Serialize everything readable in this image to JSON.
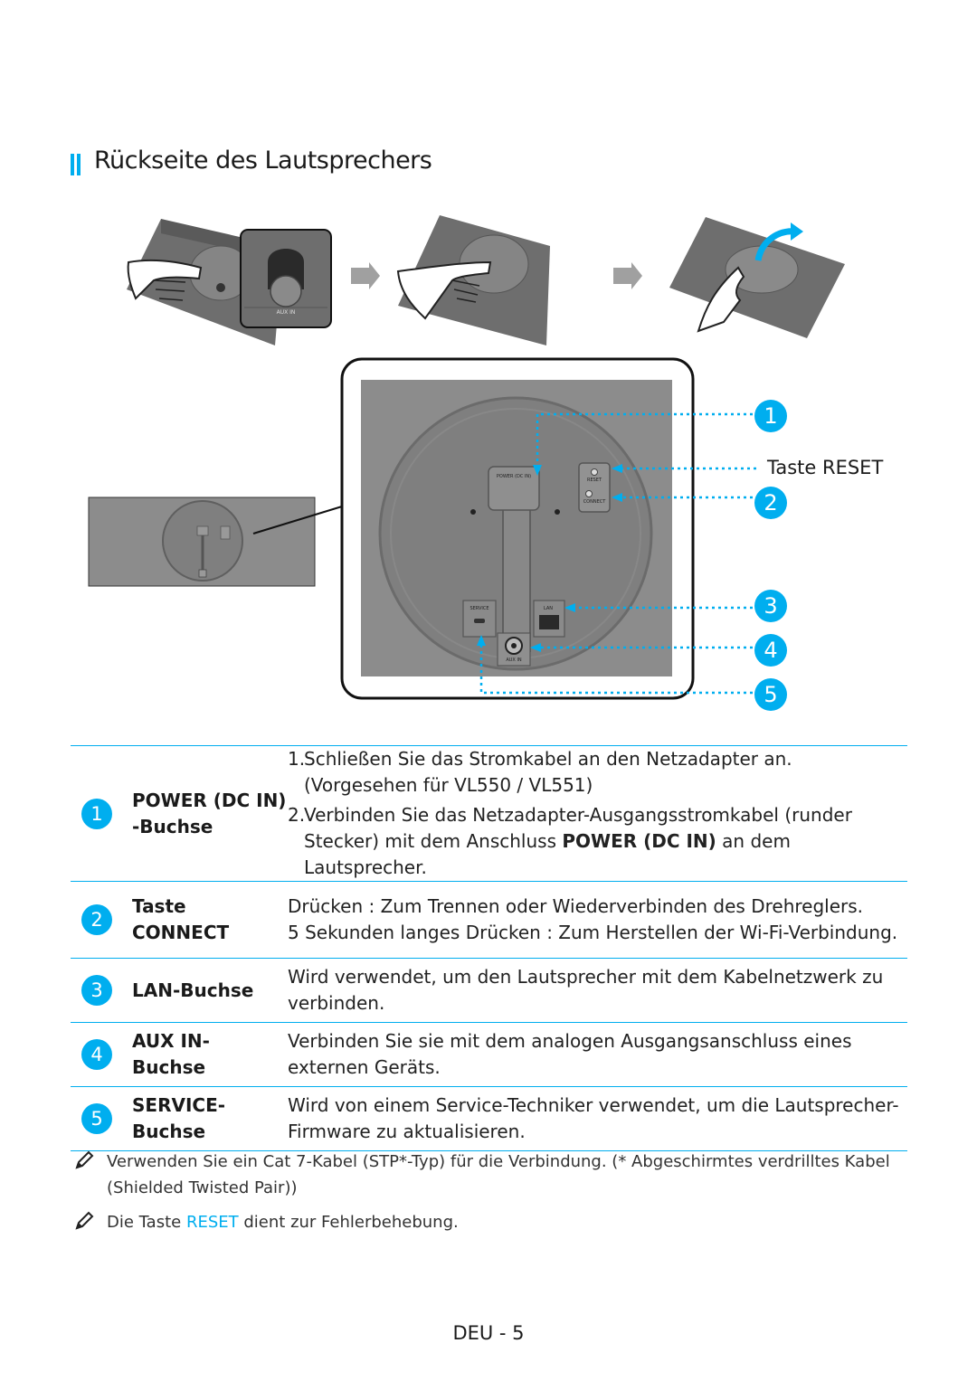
{
  "section": {
    "title": "Rückseite des Lautsprechers"
  },
  "diagram": {
    "inset_label": "AUX IN",
    "port_labels": {
      "power": "POWER (DC IN)",
      "reset": "RESET",
      "connect": "CONNECT",
      "service": "SERVICE",
      "lan": "LAN",
      "aux": "AUX IN"
    },
    "reset_callout": "Taste RESET",
    "callout_numbers": [
      "1",
      "2",
      "3",
      "4",
      "5"
    ]
  },
  "table": [
    {
      "num": "1",
      "name_line1": "POWER (DC IN)",
      "name_line2": "-Buchse",
      "desc": {
        "item1_num": "1.",
        "item1_line1": "Schließen Sie das Stromkabel an den Netzadapter an.",
        "item1_line2": "(Vorgesehen für VL550 / VL551)",
        "item2_num": "2.",
        "item2_before": "Verbinden Sie das Netzadapter-Ausgangsstromkabel (runder Stecker) mit dem Anschluss",
        "item2_bold": "POWER (DC IN)",
        "item2_after": "an dem Lautsprecher."
      }
    },
    {
      "num": "2",
      "name_line1": "Taste",
      "name_line2": "CONNECT",
      "desc_line1": "Drücken : Zum Trennen oder Wiederverbinden des Drehreglers.",
      "desc_line2": "5 Sekunden langes Drücken : Zum Herstellen der Wi-Fi-Verbindung."
    },
    {
      "num": "3",
      "name_line1": "LAN-Buchse",
      "desc_line1": "Wird verwendet, um den Lautsprecher mit dem Kabelnetzwerk zu",
      "desc_line2": "verbinden."
    },
    {
      "num": "4",
      "name_line1": "AUX IN-",
      "name_line2": "Buchse",
      "desc_line1": "Verbinden Sie sie mit dem analogen Ausgangsanschluss eines",
      "desc_line2": "externen Geräts."
    },
    {
      "num": "5",
      "name_line1": "SERVICE-",
      "name_line2": "Buchse",
      "desc_line1": "Wird von einem Service-Techniker verwendet, um die Lautsprecher-",
      "desc_line2": "Firmware zu aktualisieren."
    }
  ],
  "notes": {
    "note1": "Verwenden Sie ein Cat 7-Kabel (STP*-Typ) für die Verbindung. (* Abgeschirmtes verdrilltes Kabel (Shielded Twisted Pair))",
    "note2_before": "Die Taste",
    "note2_accent": "RESET",
    "note2_after": "dient zur Fehlerbehebung."
  },
  "footer": {
    "page": "DEU - 5"
  },
  "colors": {
    "accent": "#00aeef",
    "panel": "#8c8c8c",
    "panel_dark": "#6e6e6e"
  }
}
